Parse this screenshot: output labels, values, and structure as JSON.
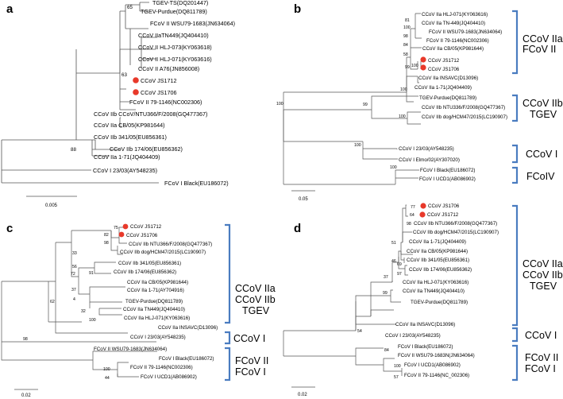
{
  "colors": {
    "line": "#555555",
    "highlight": "#e8392a",
    "bracket": "#4a7cc0"
  },
  "panels": {
    "a": {
      "letter": "a",
      "leaves": [
        "TGEV-TS(DQ201447)",
        "TGEV-Purdue(DQ811789)",
        "FCoV II WSU79-1683(JN634064)",
        "CCoV IIaTN449(JQ404410)",
        "CCoV II HLJ-073(KY063618)",
        "CCoV II HLJ-071(KY063616)",
        "CCoV II A76(JN856008)",
        "CCoV JS1712",
        "CCoV JS1706",
        "FCoV II 79-1146(NC002306)",
        "CCoV IIb CCoV/NTU366/F/2008(GQ477367)",
        "CCoV IIa CB/05(KP981644)",
        "CCoV IIb 341/05(EU856361)",
        "CCoV IIb 174/06(EU856362)",
        "CCoV IIa 1-71(JQ404409)",
        "CCoV I 23/03(AY548235)",
        "FCoV I Black(EU186072)"
      ],
      "bootstraps": [
        "65",
        "63",
        "88"
      ],
      "scale_label": "0.005"
    },
    "b": {
      "letter": "b",
      "leaves": [
        "CCoV IIa HLJ-071(KY063616)",
        "CCoV IIa TN-449(JQ404410)",
        "FCoV II WSU79-1683(JN634064)",
        "FCoV II 79-1146(NC002306)",
        "CCoV IIa CB/05(KP981644)",
        "CCoV JS1712",
        "CCoV JS1706",
        "CCoV IIa INSAVC(D13096)",
        "CCoV IIa 1-71(JQ404409)",
        "TGEV-Purdue(DQ811789)",
        "CCoV IIb NTU336/F/2008(GQ477367)",
        "CCoV IIb dog/HCM47/2015(LC190907)",
        "CCoV I 23/03(AY548235)",
        "CCoV I Elmo/02(AY307020)",
        "FCoV I Black(EU186072)",
        "FCoV I UCD1(AB086902)"
      ],
      "bootstraps": [
        "81",
        "100",
        "98",
        "84",
        "58",
        "99",
        "100",
        "100",
        "100",
        "99",
        "100",
        "100",
        "100",
        "100",
        "100"
      ],
      "groups": [
        "CCoV IIa",
        "FCoV II",
        "CCoV IIb",
        "TGEV",
        "CCoV I",
        "FCoIV"
      ],
      "scale_label": "0.05"
    },
    "c": {
      "letter": "c",
      "leaves": [
        "CCoV JS1712",
        "CCoV JS1706",
        "CCoV IIb NTU366/F/2008(GQ477367)",
        "CCoV IIb dog/HCM47/2015(LC190907)",
        "CCoV IIb 341/05(EU856361)",
        "CCoV IIb 174/06(EU856362)",
        "CCoV IIa CB/05(KP981644)",
        "CCoV IIa 1-71(AY704916)",
        "TGEV-Purdue(DQ811789)",
        "CCoV IIa TN449(JQ404410)",
        "CCoV IIa HLJ-071(KY063616)",
        "CCoV IIa INSAVC(D13096)",
        "CCoV I 23/03(AY548235)",
        "FCoV II WSU79-1683(JN634064)",
        "FCoV I Black(EU186072)",
        "FCoV II 79-1146(NC002306)",
        "FCoV I UCD1(AB086902)"
      ],
      "bootstraps": [
        "75",
        "82",
        "98",
        "33",
        "56",
        "91",
        "72",
        "37",
        "4",
        "32",
        "100",
        "62",
        "98",
        "100",
        "44"
      ],
      "groups": [
        "CCoV IIa",
        "CCoV IIb",
        "TGEV",
        "CCoV I",
        "FCoV II",
        "FCoV I"
      ],
      "scale_label": "0.02"
    },
    "d": {
      "letter": "d",
      "leaves": [
        "CCoV JS1706",
        "CCoV JS1712",
        "CCoV IIb NTU366/F/2008(GQ477367)",
        "CCoV IIb dog/HCM47/2015(LC190907)",
        "CCoV IIa 1-71(JQ404409)",
        "CCoV IIa CB/05(KP981644)",
        "CCoV IIb 341/05(EU856361)",
        "CCoV IIb 174/06(EU856362)",
        "CCoV IIa HLJ-071(KY063616)",
        "CCoV IIa TN449(JQ404410)",
        "TGEV-Purdue(DQ811789)",
        "CCoV IIa INSAVC(D13096)",
        "CCoV I 23/03(AY548235)",
        "FCoV I Black(EU186072)",
        "FCoV II WSU79-1683N(JN634064)",
        "FCoV I UCD1(AB086902)",
        "FCoV II 79-1146(NC_002306)"
      ],
      "bootstraps": [
        "77",
        "64",
        "98",
        "51",
        "46",
        "69",
        "97",
        "37",
        "99",
        "54",
        "84",
        "100",
        "57"
      ],
      "groups": [
        "CCoV IIa",
        "CCoV IIb",
        "TGEV",
        "CCoV I",
        "FCoV II",
        "FCoV I"
      ],
      "scale_label": "0.02"
    }
  }
}
